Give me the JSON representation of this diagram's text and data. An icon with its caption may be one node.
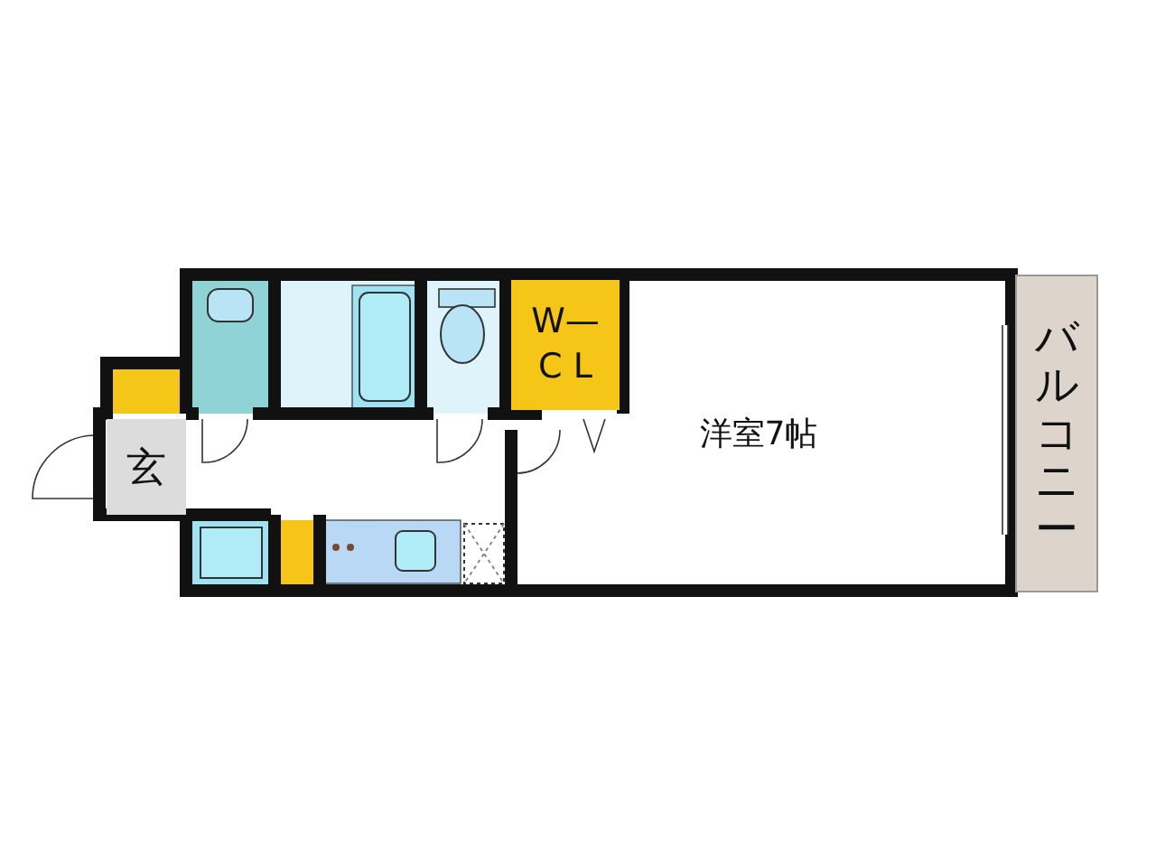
{
  "diagram": {
    "nodes": [
      {
        "text": [
          "玄"
        ]
      },
      {
        "text": [
          "W— C L"
        ]
      },
      {
        "text": [
          "洋室7帖"
        ]
      },
      {
        "text": [
          "バルコニー"
        ]
      }
    ]
  }
}
